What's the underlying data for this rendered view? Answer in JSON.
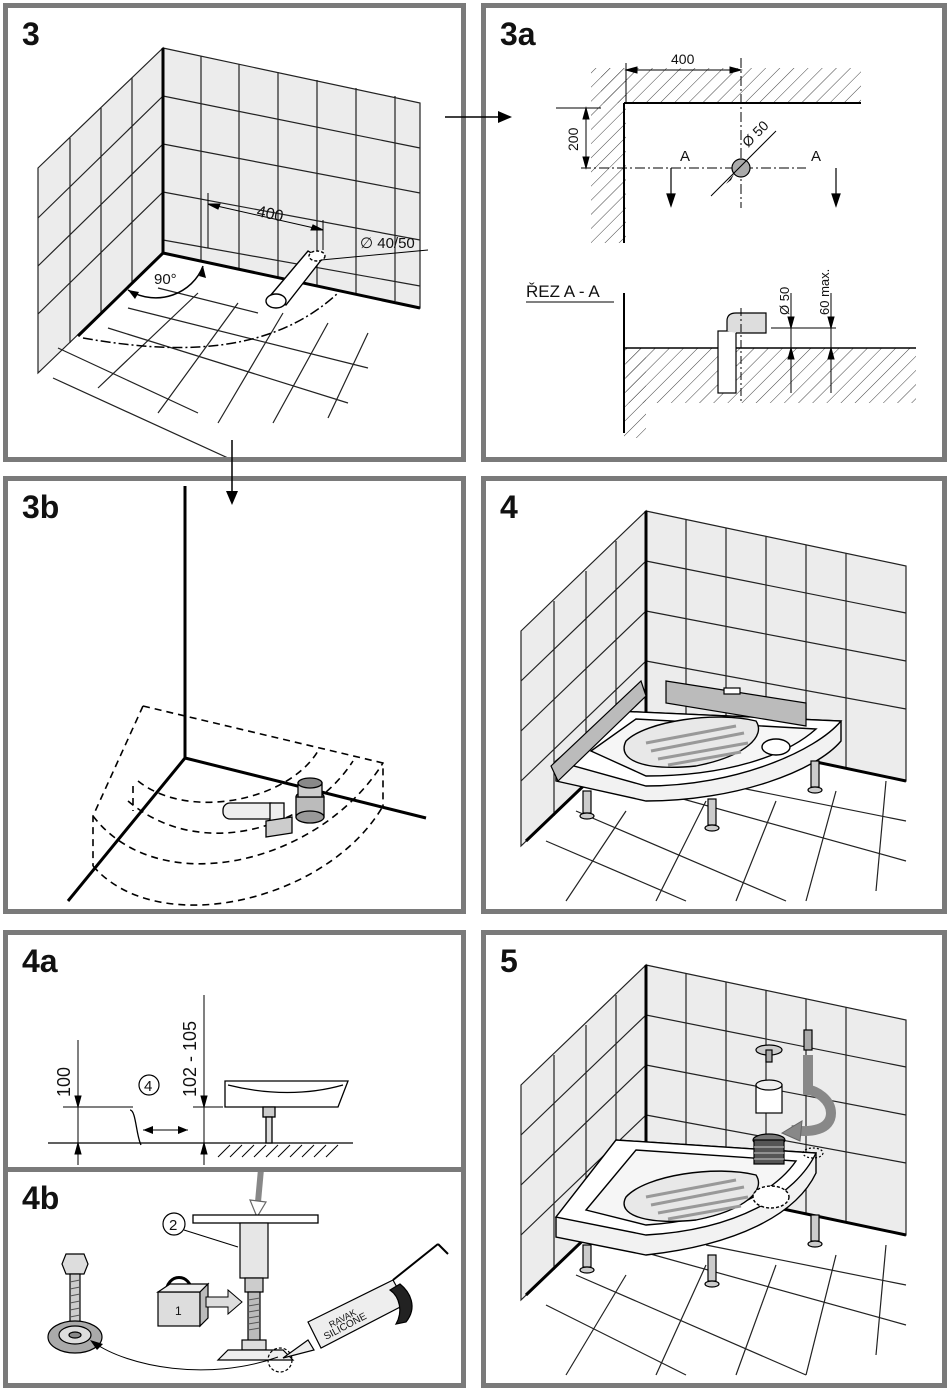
{
  "panels": {
    "p3": {
      "label": "3",
      "dim_width": "400",
      "pipe_diameter": "∅ 40/50",
      "angle": "90°"
    },
    "p3a": {
      "label": "3a",
      "dim_width": "400",
      "dim_height": "200",
      "pipe_diameter": "Ø 50",
      "section_mark": "A",
      "section_title": "ŘEZ A - A",
      "section_pipe": "Ø 50",
      "max_height": "60 max."
    },
    "p3b": {
      "label": "3b"
    },
    "p4": {
      "label": "4"
    },
    "p4a": {
      "label": "4a",
      "height_a": "100",
      "callout": "4",
      "height_b": "102 - 105"
    },
    "p4b": {
      "label": "4b",
      "callout": "2",
      "lock_number": "1",
      "tube_text_1": "RAVAK",
      "tube_text_2": "SILICONE"
    },
    "p5": {
      "label": "5"
    }
  }
}
